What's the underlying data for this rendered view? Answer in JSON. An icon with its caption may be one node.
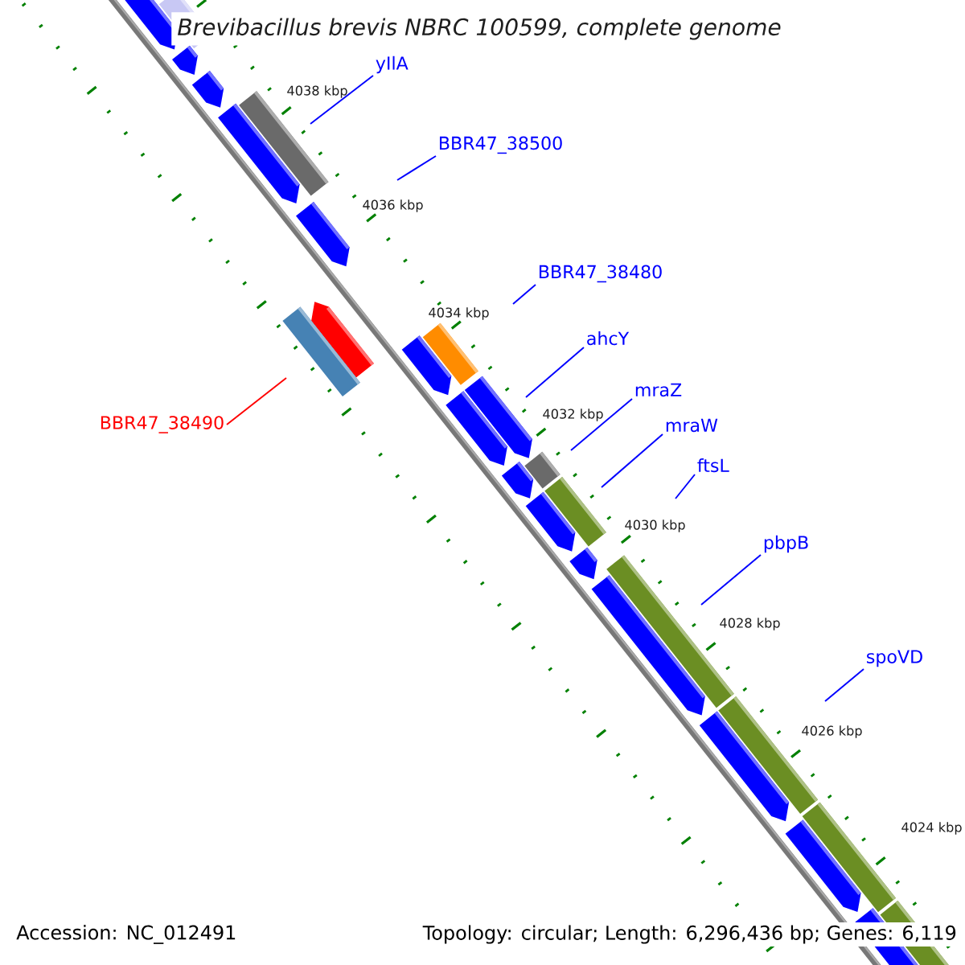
{
  "diagram": {
    "title": "Brevibacillus brevis NBRC 100599, complete genome",
    "nodes": [
      {
        "text": [
          "yIlA"
        ]
      },
      {
        "text": [
          "BBR47_38500"
        ]
      },
      {
        "text": [
          "BBR47_38480"
        ]
      },
      {
        "text": [
          "ahcY"
        ]
      },
      {
        "text": [
          "mraZ"
        ]
      },
      {
        "text": [
          "mraW"
        ]
      },
      {
        "text": [
          "ftsL"
        ]
      },
      {
        "text": [
          "pbpB"
        ]
      },
      {
        "text": [
          "spoVD"
        ]
      },
      {
        "text": [
          "BBR47_38490"
        ]
      }
    ],
    "edges": [
      {
        "from": 0,
        "to": null,
        "arrow": "none"
      },
      {
        "from": 1,
        "to": null,
        "arrow": "none"
      },
      {
        "from": 2,
        "to": null,
        "arrow": "none"
      },
      {
        "from": 3,
        "to": null,
        "arrow": "none"
      },
      {
        "from": 4,
        "to": null,
        "arrow": "none"
      },
      {
        "from": 5,
        "to": null,
        "arrow": "none"
      },
      {
        "from": 6,
        "to": null,
        "arrow": "none"
      },
      {
        "from": 7,
        "to": null,
        "arrow": "none"
      },
      {
        "from": 8,
        "to": null,
        "arrow": "none"
      },
      {
        "from": 9,
        "to": null,
        "arrow": "none",
        "color": "#ff0000"
      }
    ],
    "labels": [
      "4038 kbp",
      "4036 kbp",
      "4034 kbp",
      "4032 kbp",
      "4030 kbp",
      "4028 kbp",
      "4026 kbp",
      "4024 kbp",
      "Accession: NC_012491",
      "Topology: circular; Length: 6,296,436 bp; Genes: 6,119"
    ]
  }
}
